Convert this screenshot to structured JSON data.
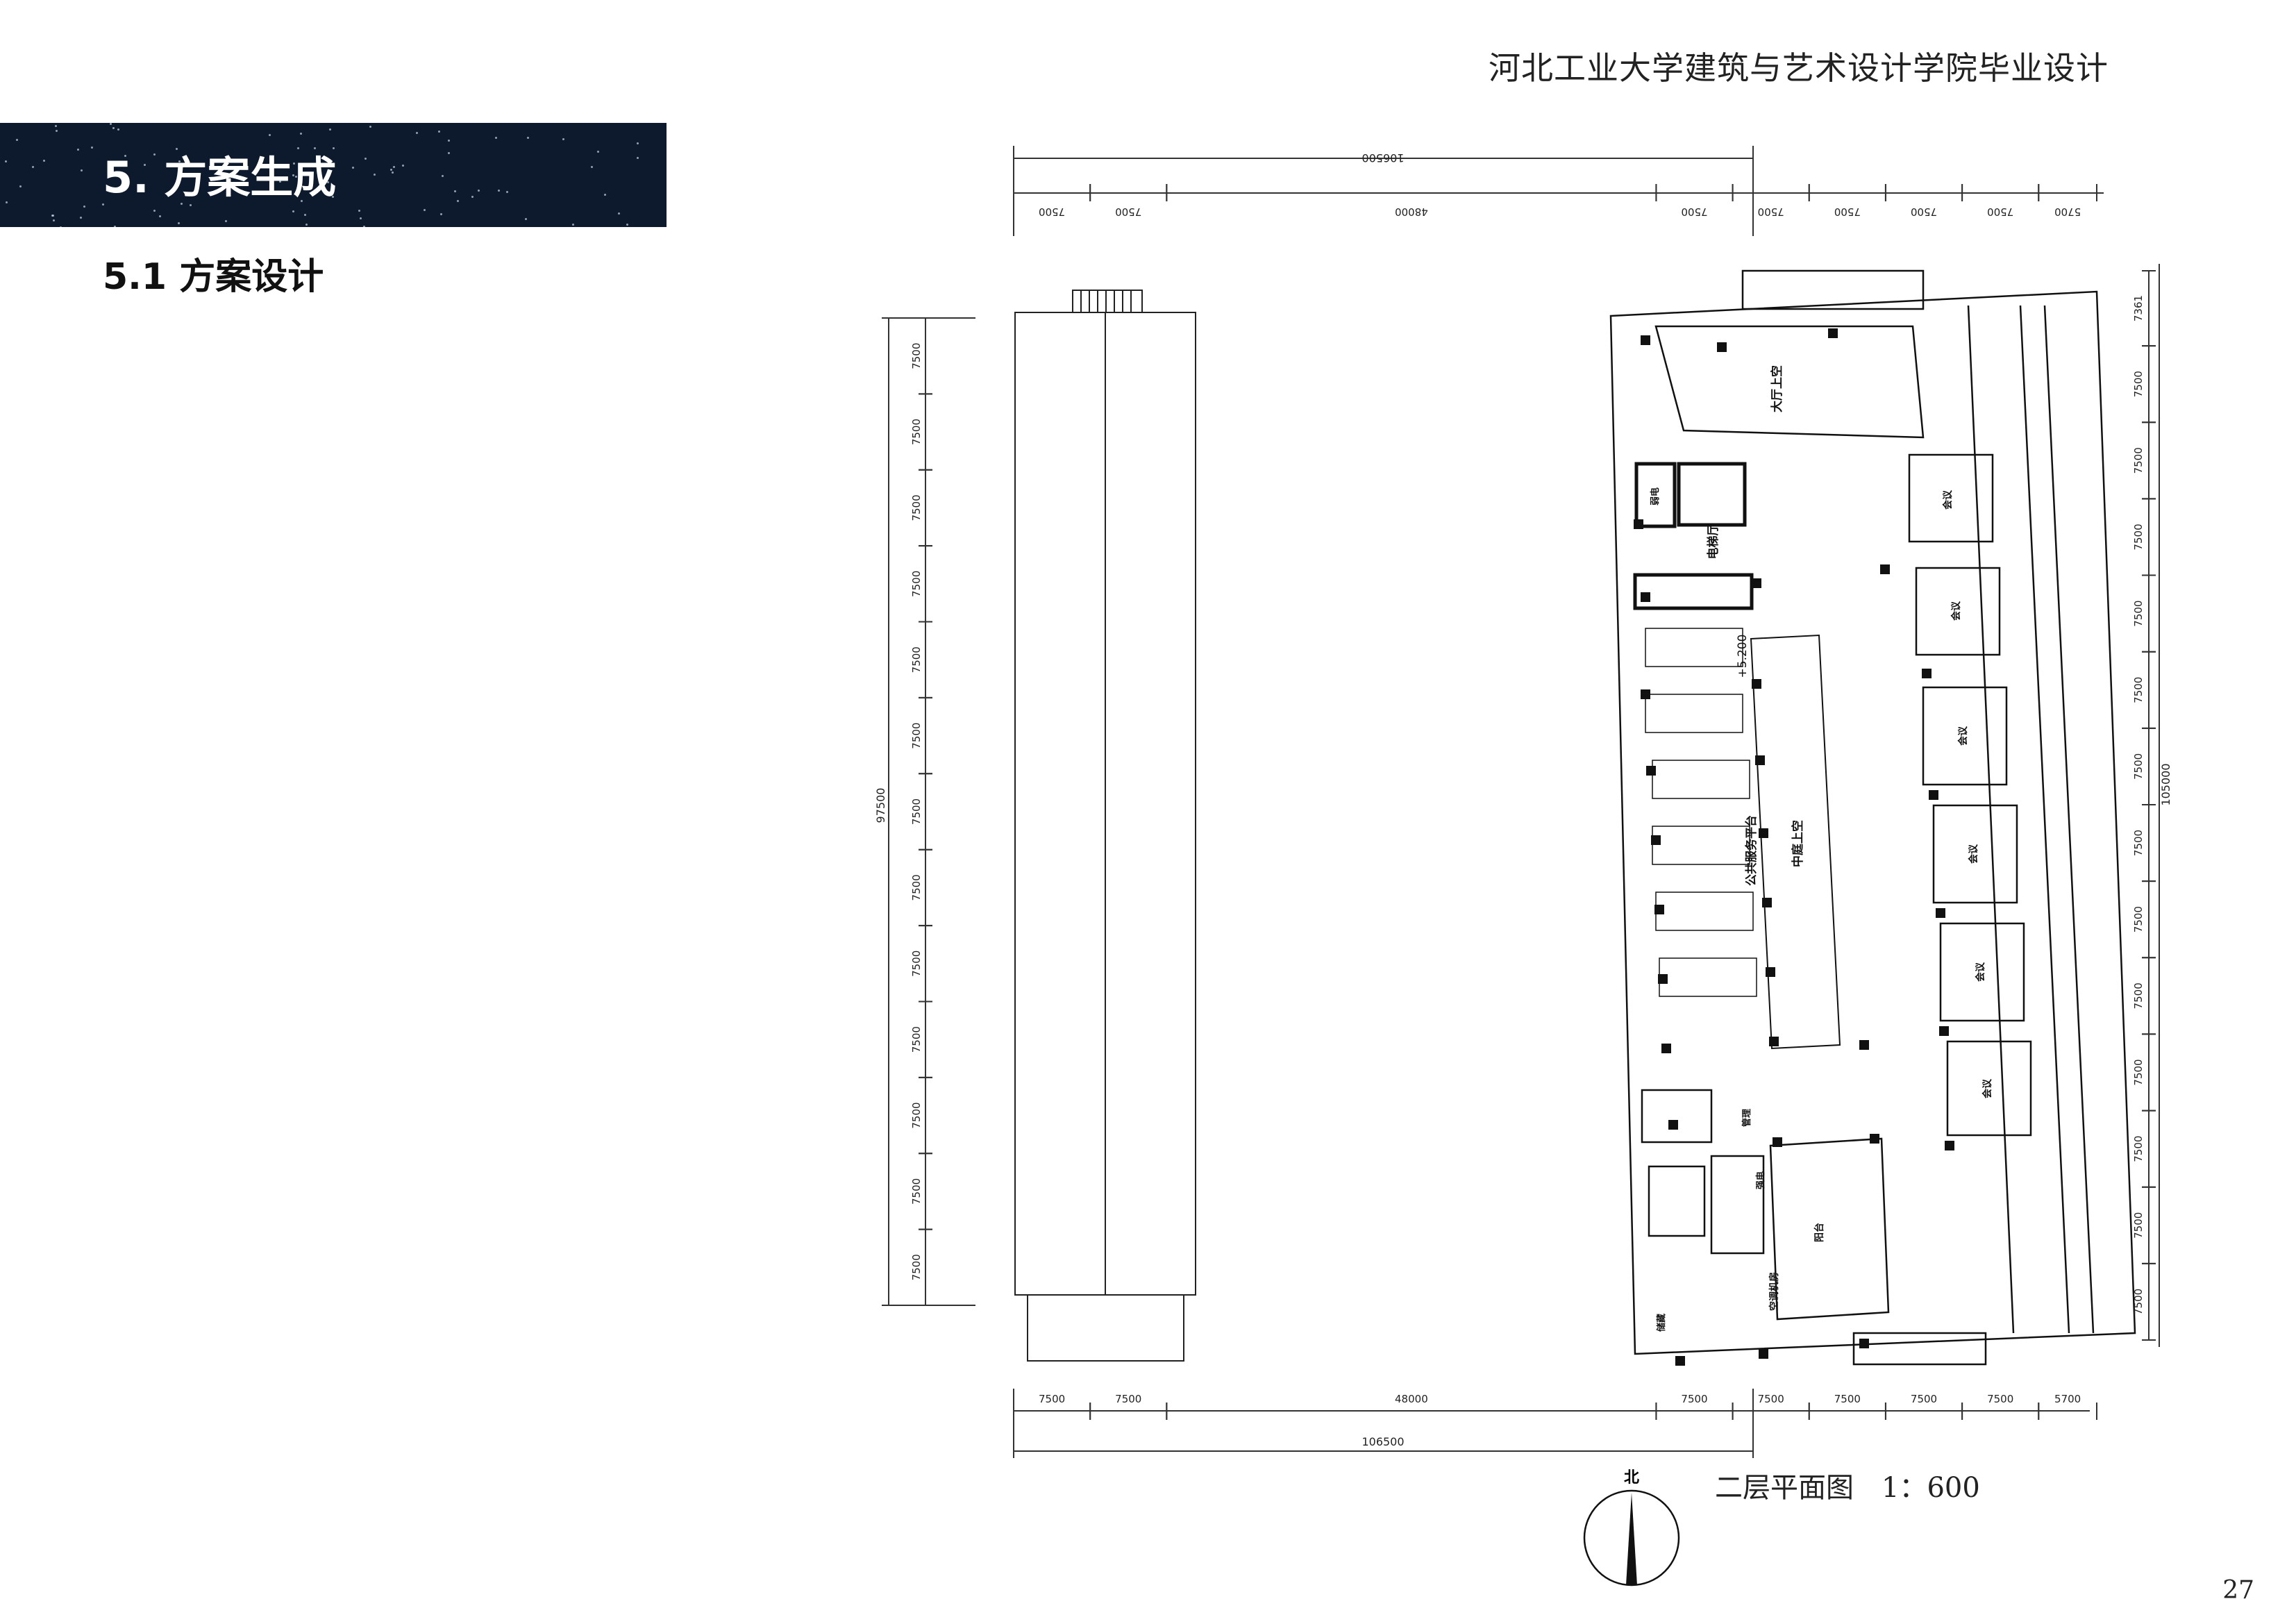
{
  "header": {
    "school": "河北工业大学建筑与艺术设计学院毕业设计"
  },
  "section": {
    "title": "5. 方案生成",
    "subtitle": "5.1 方案设计"
  },
  "drawing": {
    "caption": "二层平面图　1：600",
    "north": "北",
    "overall_width": "106500",
    "overall_height": "105000",
    "tower_height": "97500",
    "top_spans": [
      "7500",
      "7500",
      "48000",
      "7500",
      "7500",
      "7500",
      "7500",
      "7500",
      "5700"
    ],
    "right_spans": [
      "7361",
      "7500",
      "7500",
      "7500",
      "7500",
      "7500",
      "7500",
      "7500",
      "7500",
      "7500",
      "7500",
      "7500",
      "7500",
      "7500"
    ],
    "left_spans": [
      "7500",
      "7500",
      "7500",
      "7500",
      "7500",
      "7500",
      "7500",
      "7500",
      "7500",
      "7500",
      "7500",
      "7500",
      "7500"
    ],
    "rooms": {
      "hall_void": "大厅上空",
      "atrium_void": "中庭上空",
      "public_platform": "公共服务平台",
      "elevator_hall": "电梯厅",
      "weak_current": "弱电",
      "meeting": "会议",
      "level": "+5.200",
      "balcony": "阳台",
      "hvac_room": "空调机房",
      "strong_current": "强电",
      "management": "管理",
      "storage": "储藏"
    }
  },
  "page": {
    "number": "27"
  }
}
